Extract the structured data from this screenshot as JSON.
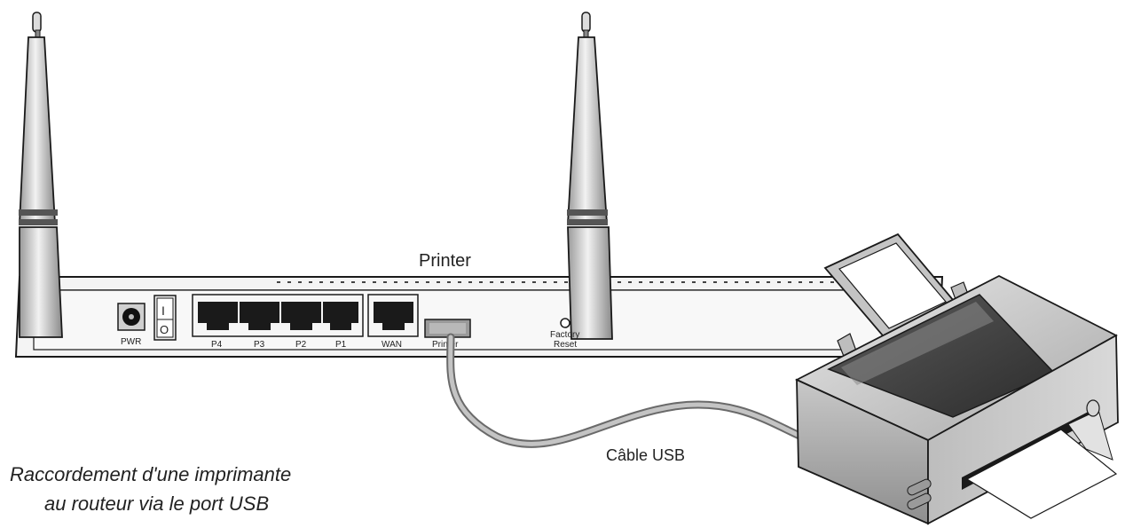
{
  "router": {
    "top_label": "Printer",
    "ports": {
      "power": "PWR",
      "lan4": "P4",
      "lan3": "P3",
      "lan2": "P2",
      "lan1": "P1",
      "wan": "WAN",
      "printer": "Printer",
      "reset_line1": "Factory",
      "reset_line2": "Reset"
    },
    "switch_on_symbol": "I",
    "switch_off_symbol": "O"
  },
  "cable_label": "Câble USB",
  "caption": {
    "line1": "Raccordement d'une imprimante",
    "line2": "au routeur via le port USB"
  }
}
